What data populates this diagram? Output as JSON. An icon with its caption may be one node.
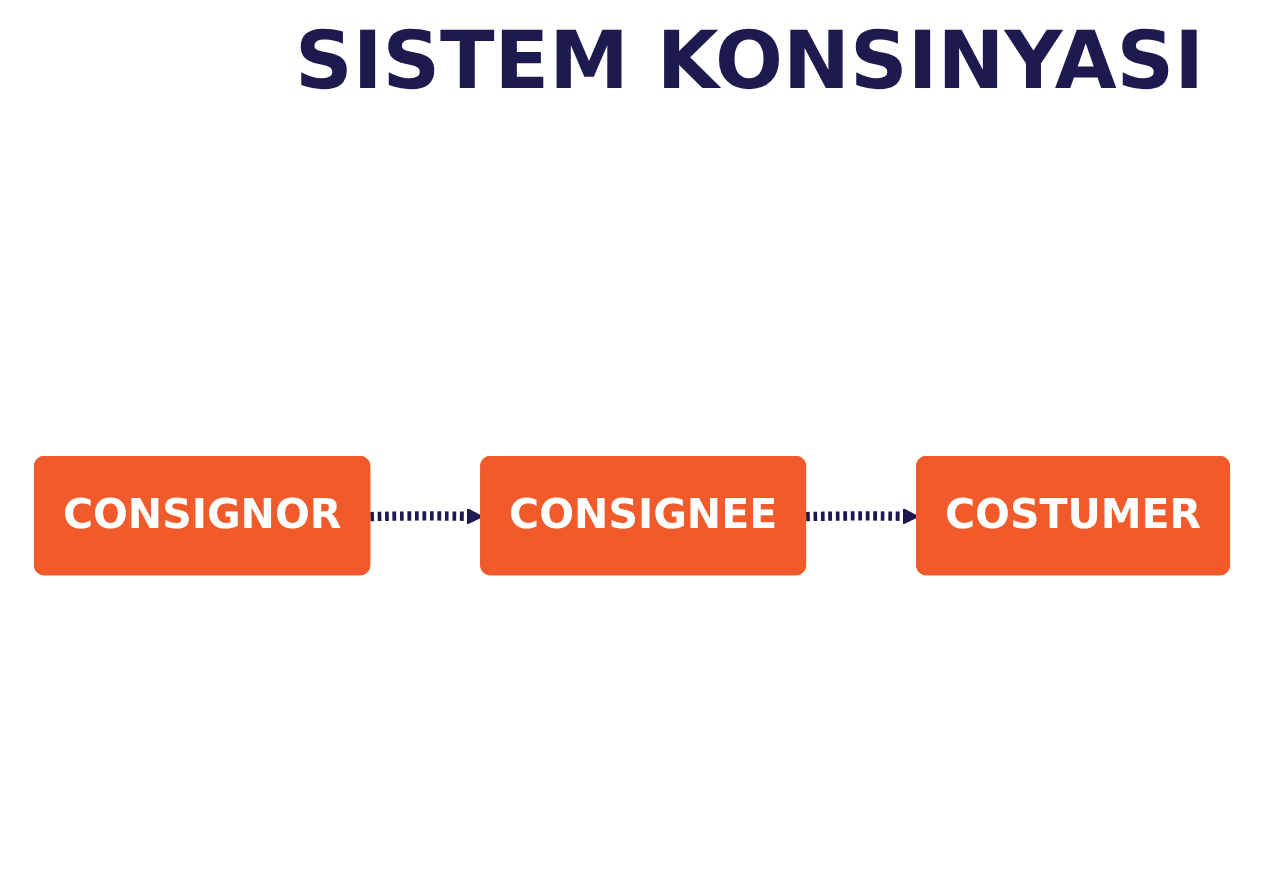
{
  "diagram": {
    "title": "SISTEM KONSINYASI",
    "nodes": [
      {
        "text": [
          "CONSIGNOR"
        ]
      },
      {
        "text": [
          "CONSIGNEE"
        ]
      },
      {
        "text": [
          "COSTUMER"
        ]
      }
    ],
    "edges": [
      {
        "from": 0,
        "to": 1,
        "arrow": "to",
        "style": "dashed"
      },
      {
        "from": 1,
        "to": 2,
        "arrow": "to",
        "style": "dashed"
      }
    ]
  }
}
